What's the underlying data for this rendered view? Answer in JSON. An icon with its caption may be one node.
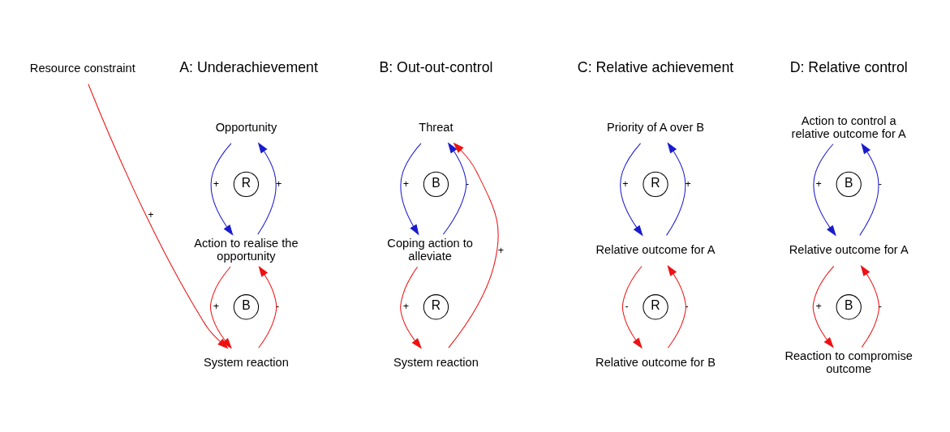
{
  "diagram": {
    "nodes": [
      {
        "text": [
          "Opportunity"
        ]
      },
      {
        "text": [
          "Action to realise the opportunity"
        ]
      },
      {
        "text": [
          "System reaction"
        ]
      },
      {
        "text": [
          "Resource constraint"
        ]
      },
      {
        "text": [
          "Threat"
        ]
      },
      {
        "text": [
          "Coping action to alleviate"
        ]
      },
      {
        "text": [
          "System reaction"
        ]
      },
      {
        "text": [
          "Priority of A over B"
        ]
      },
      {
        "text": [
          "Relative outcome for A"
        ]
      },
      {
        "text": [
          "Relative outcome for B"
        ]
      },
      {
        "text": [
          "Action to control a relative outcome for A"
        ]
      },
      {
        "text": [
          "Relative outcome for A"
        ]
      },
      {
        "text": [
          "Reaction to compromise outcome"
        ]
      }
    ],
    "edges": [
      {
        "from": 0,
        "to": 1,
        "arrow": "to",
        "label": "+",
        "color": "#1a1acc"
      },
      {
        "from": 1,
        "to": 0,
        "arrow": "to",
        "label": "+",
        "color": "#1a1acc"
      },
      {
        "from": 1,
        "to": 2,
        "arrow": "to",
        "label": "+"
      },
      {
        "from": 2,
        "to": 1,
        "arrow": "to",
        "label": "-"
      },
      {
        "from": 3,
        "to": 2,
        "arrow": "to",
        "label": "+"
      },
      {
        "from": 4,
        "to": 5,
        "arrow": "to",
        "label": "+",
        "color": "#1a1acc"
      },
      {
        "from": 5,
        "to": 4,
        "arrow": "to",
        "label": "-",
        "color": "#1a1acc"
      },
      {
        "from": 5,
        "to": 6,
        "arrow": "to",
        "label": "+"
      },
      {
        "from": 6,
        "to": 4,
        "arrow": "to",
        "label": "+"
      },
      {
        "from": 7,
        "to": 8,
        "arrow": "to",
        "label": "+",
        "color": "#1a1acc"
      },
      {
        "from": 8,
        "to": 7,
        "arrow": "to",
        "label": "+",
        "color": "#1a1acc"
      },
      {
        "from": 8,
        "to": 9,
        "arrow": "to",
        "label": "-"
      },
      {
        "from": 9,
        "to": 8,
        "arrow": "to",
        "label": "-"
      },
      {
        "from": 10,
        "to": 11,
        "arrow": "to",
        "label": "+",
        "color": "#1a1acc"
      },
      {
        "from": 11,
        "to": 10,
        "arrow": "to",
        "label": "-",
        "color": "#1a1acc"
      },
      {
        "from": 11,
        "to": 12,
        "arrow": "to",
        "label": "+"
      },
      {
        "from": 12,
        "to": 11,
        "arrow": "to",
        "label": "-"
      }
    ],
    "labels": [
      "A: Underachievement",
      "B: Out-out-control",
      "C: Relative achievement",
      "D: Relative control",
      "R",
      "B",
      "B",
      "R",
      "R",
      "R",
      "B",
      "B"
    ]
  }
}
